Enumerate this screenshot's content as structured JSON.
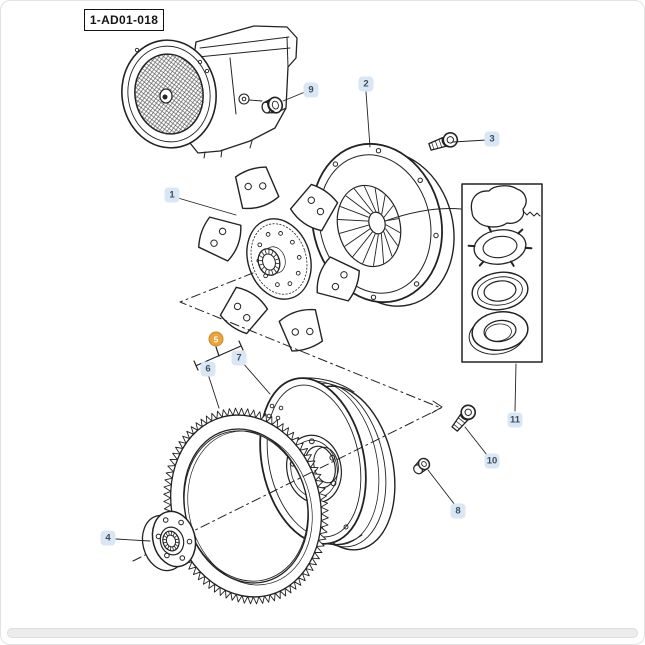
{
  "header": {
    "part_code": "1-AD01-018"
  },
  "callouts": [
    {
      "label": "1"
    },
    {
      "label": "2"
    },
    {
      "label": "3"
    },
    {
      "label": "4"
    },
    {
      "label": "5",
      "highlighted": true
    },
    {
      "label": "6"
    },
    {
      "label": "7"
    },
    {
      "label": "8"
    },
    {
      "label": "9"
    },
    {
      "label": "10"
    },
    {
      "label": "11"
    }
  ],
  "colors": {
    "callout_bg": "#d9e6f4",
    "callout_text": "#3e4e5c",
    "highlight_bg": "#e9a43b",
    "highlight_text": "#ffffff",
    "line": "#222222"
  }
}
